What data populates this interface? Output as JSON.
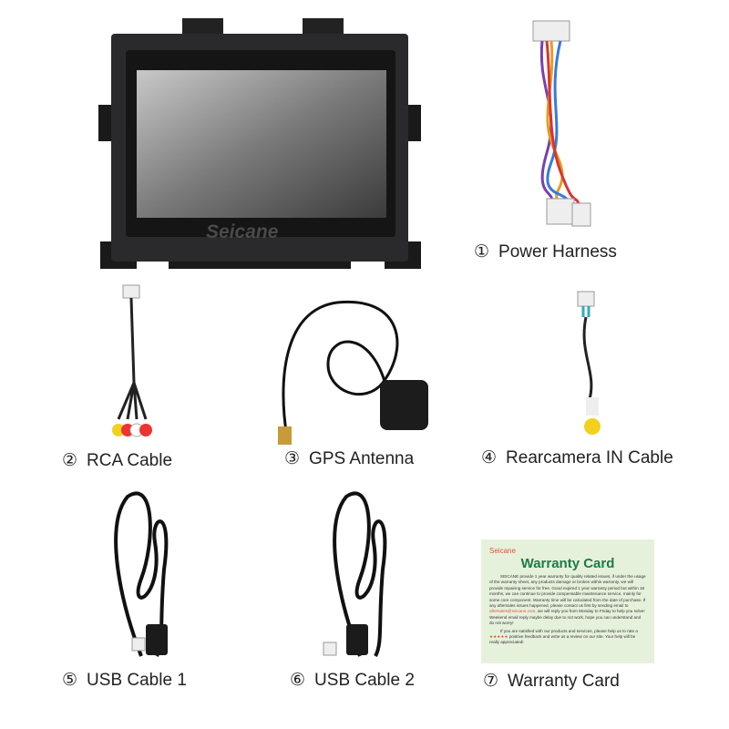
{
  "head_unit": {
    "logo_text": "Seicane"
  },
  "items": [
    {
      "number": "①",
      "label": "Power Harness"
    },
    {
      "number": "②",
      "label": "RCA Cable"
    },
    {
      "number": "③",
      "label": "GPS Antenna"
    },
    {
      "number": "④",
      "label": "Rearcamera IN Cable"
    },
    {
      "number": "⑤",
      "label": "USB Cable 1"
    },
    {
      "number": "⑥",
      "label": "USB Cable 2"
    },
    {
      "number": "⑦",
      "label": "Warranty Card"
    }
  ],
  "warranty_card": {
    "brand": "Seicane",
    "title": "Warranty Card",
    "paragraph1_a": "SEICANE provide 1 year warranty for quality related issues, if under the usage of the warranty sheet, any products damage or broken within warranty, we will provide repairing service for free. Good expired 1 year warranty period but within 18 months, we can continue to provide compensable maintenance service, mainly for some core component. Warranty time will be calculated from the date of purchase. If any aftersales issues happened, please contact us first by sending email to",
    "email": "aftersales@seicane.com",
    "paragraph1_b": ", we will reply you from Monday to Friday to help you solve! Weekend email reply maybe delay due to not work, hope you can understand and do not worry!",
    "paragraph2_a": "If you are satisfied with our products and services, please help us to rate a",
    "stars": "★★★★★",
    "paragraph2_b": "positive feedback and write us a review on our site. Your help will be really appreciated!"
  },
  "colors": {
    "card_bg": "#e6f1dc",
    "card_title": "#1f7a46",
    "brand": "#e0523b"
  }
}
